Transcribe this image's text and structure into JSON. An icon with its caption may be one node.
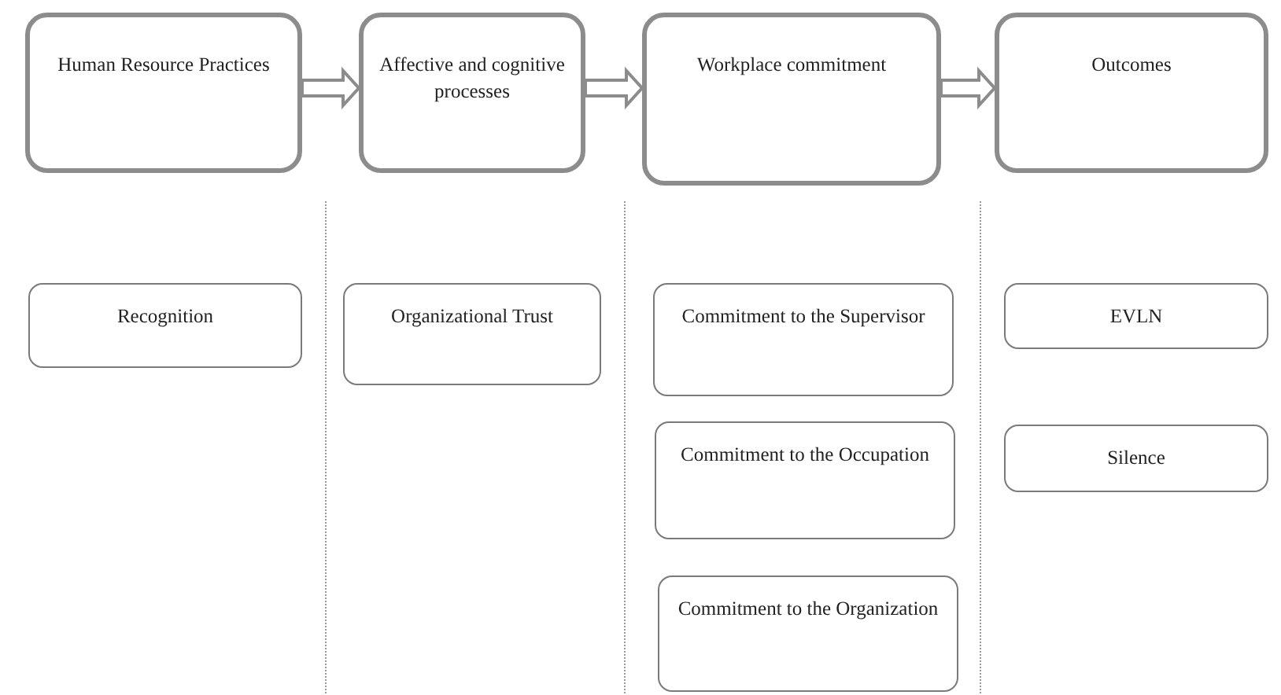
{
  "diagram": {
    "nodes": [
      {
        "text": [
          "Human Resource Practices"
        ]
      },
      {
        "text": [
          "Affective and cognitive processes"
        ]
      },
      {
        "text": [
          "Workplace commitment"
        ]
      },
      {
        "text": [
          "Outcomes"
        ]
      },
      {
        "text": [
          "Recognition"
        ]
      },
      {
        "text": [
          "Organizational Trust"
        ]
      },
      {
        "text": [
          "Commitment to the Supervisor"
        ]
      },
      {
        "text": [
          "Commitment to the Occupation"
        ]
      },
      {
        "text": [
          "Commitment to the Organization"
        ]
      },
      {
        "text": [
          "EVLN"
        ]
      },
      {
        "text": [
          "Silence"
        ]
      }
    ],
    "edges": [
      {
        "from": 0,
        "to": 1,
        "arrow": "to"
      },
      {
        "from": 1,
        "to": 2,
        "arrow": "to"
      },
      {
        "from": 2,
        "to": 3,
        "arrow": "to"
      }
    ]
  }
}
